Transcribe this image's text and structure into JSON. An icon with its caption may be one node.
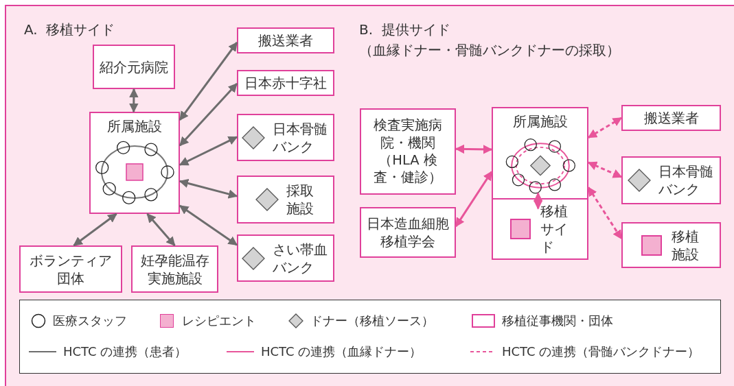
{
  "diagram": {
    "nodes": [
      {
        "text": [
          "紹介元病院"
        ]
      },
      {
        "text": [
          "所属施設"
        ]
      },
      {
        "text": [
          "搬送業者"
        ]
      },
      {
        "text": [
          "日本赤十字社"
        ]
      },
      {
        "text": [
          "日本骨髄バンク"
        ]
      },
      {
        "text": [
          "採取施設"
        ]
      },
      {
        "text": [
          "さい帯血バンク"
        ]
      },
      {
        "text": [
          "ボランティア団体"
        ]
      },
      {
        "text": [
          "妊孕能温存実施施設"
        ]
      },
      {
        "text": [
          "検査実施病院・機関（HLA 検査・健診）"
        ]
      },
      {
        "text": [
          "日本造血細胞移植学会"
        ]
      },
      {
        "text": [
          "所属施設"
        ]
      },
      {
        "text": [
          "移植サイド"
        ]
      },
      {
        "text": [
          "搬送業者"
        ]
      },
      {
        "text": [
          "日本骨髄バンク"
        ]
      },
      {
        "text": [
          "移植施設"
        ]
      }
    ],
    "edges": [
      {
        "from": 0,
        "to": 1,
        "arrow": "both"
      },
      {
        "from": 1,
        "to": 2,
        "arrow": "both"
      },
      {
        "from": 1,
        "to": 3,
        "arrow": "both"
      },
      {
        "from": 1,
        "to": 4,
        "arrow": "both"
      },
      {
        "from": 1,
        "to": 5,
        "arrow": "both"
      },
      {
        "from": 1,
        "to": 6,
        "arrow": "both"
      },
      {
        "from": 1,
        "to": 7,
        "arrow": "both"
      },
      {
        "from": 1,
        "to": 8,
        "arrow": "both"
      },
      {
        "from": 9,
        "to": 11,
        "arrow": "both",
        "color": "#e8559a"
      },
      {
        "from": 10,
        "to": 11,
        "arrow": "both",
        "color": "#e8559a"
      },
      {
        "from": 11,
        "to": 12,
        "arrow": "both",
        "color": "#e8559a"
      },
      {
        "from": 11,
        "to": 13,
        "arrow": "both",
        "style": "dashed",
        "color": "#e8559a"
      },
      {
        "from": 11,
        "to": 14,
        "arrow": "both",
        "style": "dashed",
        "color": "#e8559a"
      },
      {
        "from": 11,
        "to": 15,
        "arrow": "both",
        "style": "dashed",
        "color": "#e8559a"
      }
    ],
    "labels": [
      "A.  移植サイド",
      "B.  提供サイド",
      "（血縁ドナー・骨髄バンクドナーの採取）"
    ],
    "legend": [
      {
        "text": "医療スタッフ"
      },
      {
        "text": "レシピエント",
        "color": "#f4b0d0"
      },
      {
        "text": "ドナー（移植ソース）"
      },
      {
        "text": "移植従事機関・団体"
      },
      {
        "text": "HCTC の連携（患者）"
      },
      {
        "text": "HCTC の連携（血縁ドナー）"
      },
      {
        "text": "HCTC の連携（骨髄バンクドナー）"
      }
    ]
  }
}
